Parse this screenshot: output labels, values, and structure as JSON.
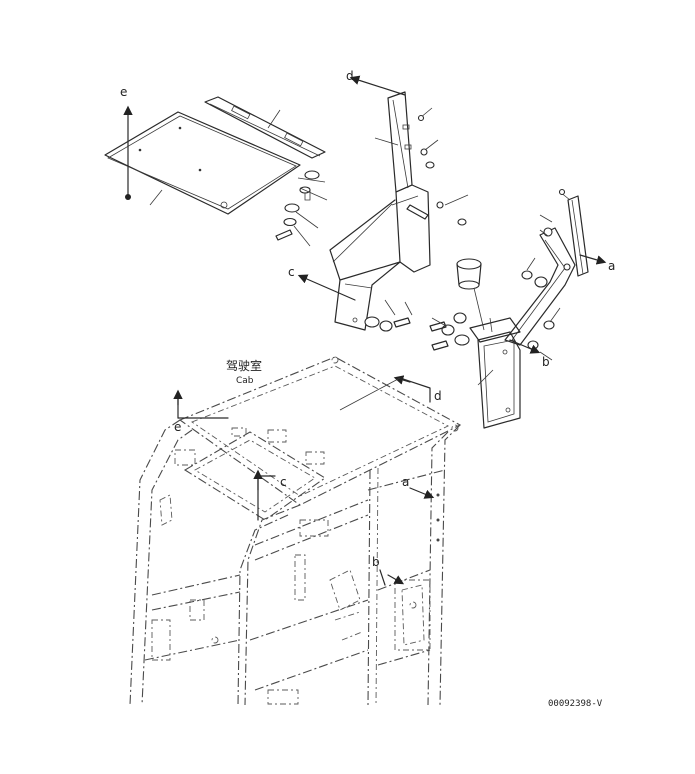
{
  "labels": {
    "e_top": "e",
    "d_top": "d",
    "c_mid": "c",
    "a_right": "a",
    "b_right": "b",
    "cab_zh": "驾驶室",
    "cab_en": "Cab",
    "d_cab": "d",
    "e_cab": "e",
    "c_cab": "c",
    "a_cab": "a",
    "b_cab": "b"
  },
  "drawing_code": "00092398-V"
}
